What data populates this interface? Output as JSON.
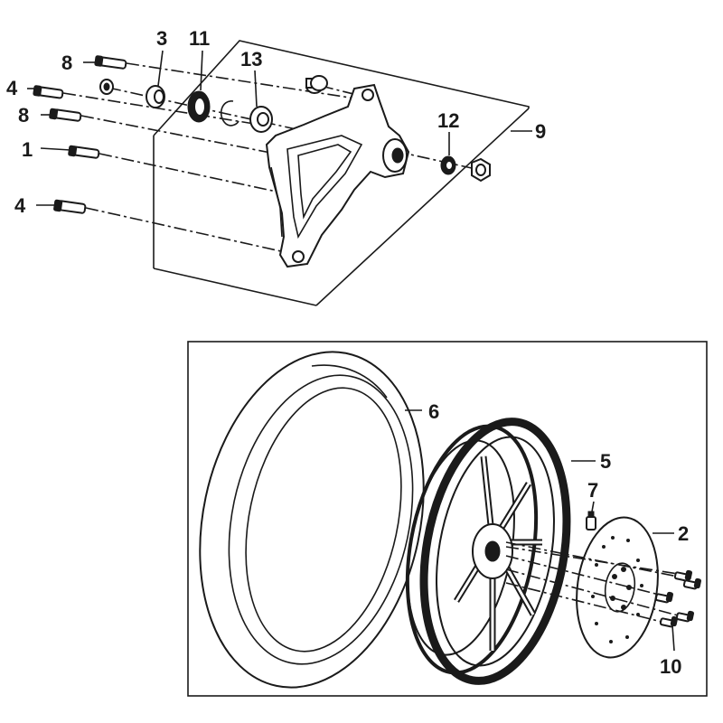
{
  "callouts": {
    "c1": "1",
    "c2": "2",
    "c3": "3",
    "c4a": "4",
    "c4b": "4",
    "c5": "5",
    "c6": "6",
    "c7": "7",
    "c8a": "8",
    "c8b": "8",
    "c9": "9",
    "c10": "10",
    "c11": "11",
    "c12": "12",
    "c13": "13"
  },
  "colors": {
    "ink": "#1a1a1a",
    "paper": "#ffffff"
  }
}
